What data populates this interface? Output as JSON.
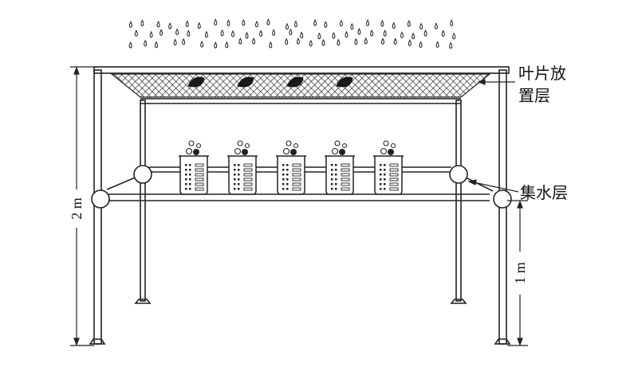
{
  "labels": {
    "leaf_layer_line1": "叶片放",
    "leaf_layer_line2": "置层",
    "water_layer": "集水层",
    "height_total": "2 m",
    "height_lower": "1 m"
  },
  "counts": {
    "beakers": 5,
    "leaves": 4
  },
  "colors": {
    "stroke": "#222222",
    "mesh_fill": "#3a3a3a",
    "leaf": "#1a1a1a"
  }
}
